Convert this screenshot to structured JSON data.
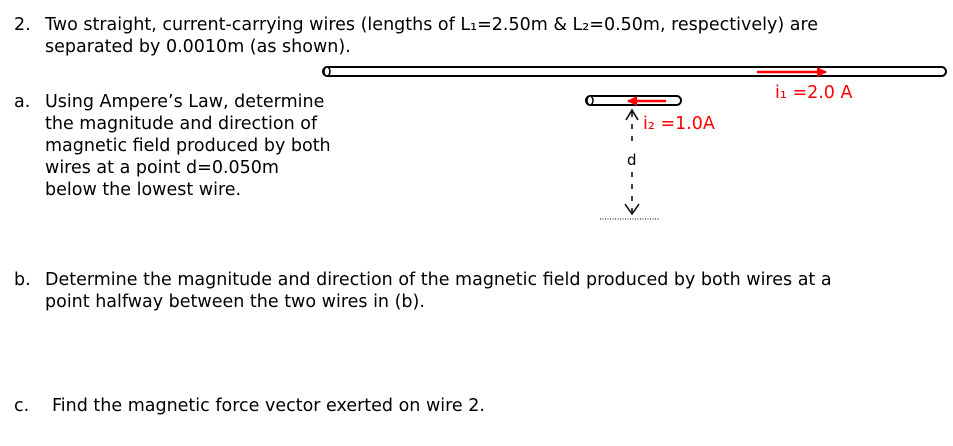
{
  "problem": {
    "number": "2.",
    "lines": [
      "Two straight, current-carrying wires (lengths of L₁=2.50m & L₂=0.50m, respectively) are",
      "separated by 0.0010m (as shown)."
    ]
  },
  "parts": {
    "a": {
      "marker": "a.",
      "lines": [
        "Using Ampere’s Law, determine",
        "the magnitude and direction of",
        "magnetic field produced by both",
        "wires at a point d=0.050m",
        "below the lowest wire."
      ]
    },
    "b": {
      "marker": "b.",
      "lines": [
        "Determine the magnitude and direction of the magnetic field produced by both wires at a",
        "point halfway between the two wires in (b)."
      ]
    },
    "c": {
      "marker": "c.",
      "lines": [
        "Find the magnetic force vector exerted on wire 2."
      ]
    }
  },
  "diagram": {
    "wire1_current_label": "i₁ =2.0 A",
    "wire2_current_label": "i₂ =1.0A",
    "distance_label": "d",
    "colors": {
      "current": "#ff0000",
      "wire_fill": "#ffffff",
      "wire_stroke": "#000000"
    }
  }
}
